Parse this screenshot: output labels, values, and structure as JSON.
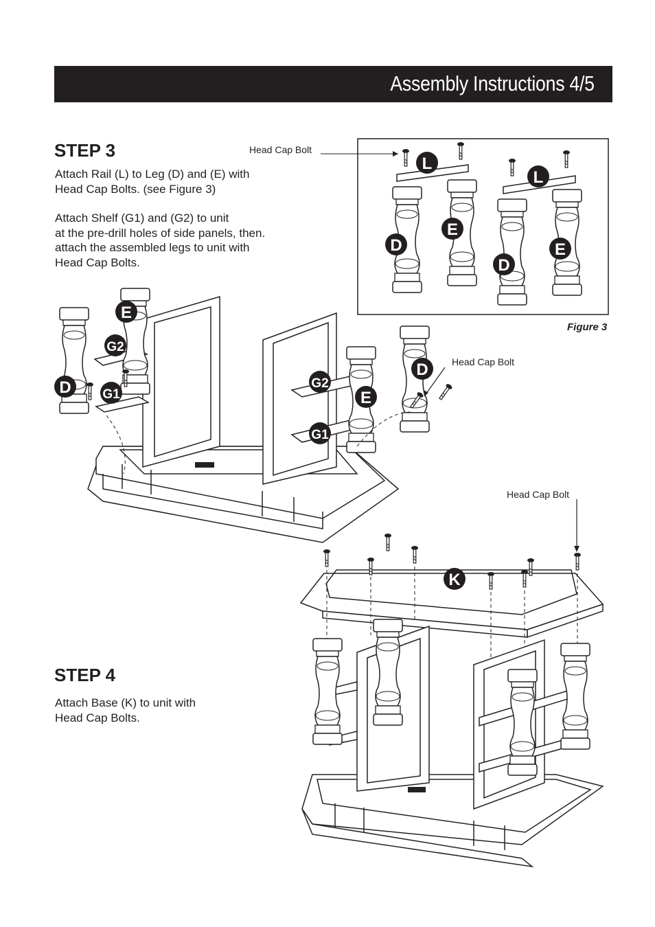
{
  "header": {
    "title": "Assembly Instructions 4/5"
  },
  "step3": {
    "heading": "STEP 3",
    "text1": "Attach Rail (L) to Leg (D) and (E) with\nHead Cap Bolts. (see Figure 3)",
    "text2": "Attach Shelf (G1) and (G2) to unit\nat the pre-drill holes of side panels, then.\nattach the assembled legs to unit with\nHead Cap Bolts."
  },
  "step4": {
    "heading": "STEP 4",
    "text": "Attach Base (K) to unit with\nHead Cap Bolts."
  },
  "figure3": {
    "caption": "Figure 3"
  },
  "callouts": {
    "bolt_fig3": "Head Cap Bolt",
    "bolt_step3": "Head Cap Bolt",
    "bolt_step4": "Head Cap Bolt"
  },
  "part_labels": {
    "L": "L",
    "D": "D",
    "E": "E",
    "G1": "G1",
    "G2": "G2",
    "K": "K"
  }
}
